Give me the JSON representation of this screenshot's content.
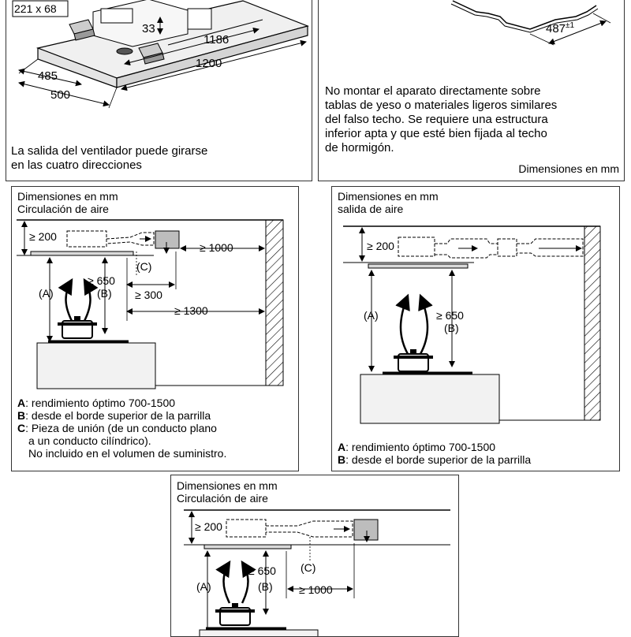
{
  "top_left": {
    "dim_duct": "221 x 68",
    "dim_33": "33",
    "dim_1186": "1186",
    "dim_1200": "1200",
    "dim_485": "485",
    "dim_500": "500",
    "caption_line1": "La salida del ventilador puede girarse",
    "caption_line2": "en las cuatro direcciones"
  },
  "top_right": {
    "dim_487": "487",
    "dim_487_tol": "±1",
    "note_lines": [
      "No montar el aparato directamente sobre",
      "tablas de yeso o materiales ligeros similares",
      "del falso techo. Se requiere una estructura",
      "inferior apta y que esté bien fijada al techo",
      "de hormigón."
    ],
    "units": "Dimensiones en mm"
  },
  "mid_left": {
    "header1": "Dimensiones en mm",
    "header2": "Circulación de aire",
    "dim_200": "≥ 200",
    "dim_1000": "≥ 1000",
    "label_c": "(C)",
    "dim_650": "≥ 650",
    "label_a": "(A)",
    "label_b": "(B)",
    "dim_300": "≥ 300",
    "dim_1300": "≥ 1300",
    "legend": [
      {
        "key": "A",
        "text": ": rendimiento óptimo 700-1500"
      },
      {
        "key": "B",
        "text": ": desde el borde superior de la parrilla"
      },
      {
        "key": "C",
        "text": ": Pieza de unión (de un conducto plano"
      },
      {
        "key": "",
        "text": "a un conducto cilíndrico)."
      },
      {
        "key": "",
        "text": "No incluido en el volumen de suministro."
      }
    ]
  },
  "mid_right": {
    "header1": "Dimensiones en mm",
    "header2": "salida de aire",
    "dim_200": "≥ 200",
    "dim_650": "≥ 650",
    "label_a": "(A)",
    "label_b": "(B)",
    "legend": [
      {
        "key": "A",
        "text": ": rendimiento óptimo 700-1500"
      },
      {
        "key": "B",
        "text": ": desde el borde superior de la parrilla"
      }
    ]
  },
  "bottom": {
    "header1": "Dimensiones en mm",
    "header2": "Circulación de aire",
    "dim_200": "≥ 200",
    "dim_650": "≥ 650",
    "label_a": "(A)",
    "label_b": "(B)",
    "label_c": "(C)",
    "dim_1000": "≥ 1000"
  },
  "colors": {
    "line": "#000000",
    "ceiling_fill": "#e6e6e6",
    "hood_fill": "#d9d9d9",
    "counter_fill": "#f2f2f2",
    "duct_fill": "#bdbdbd"
  }
}
